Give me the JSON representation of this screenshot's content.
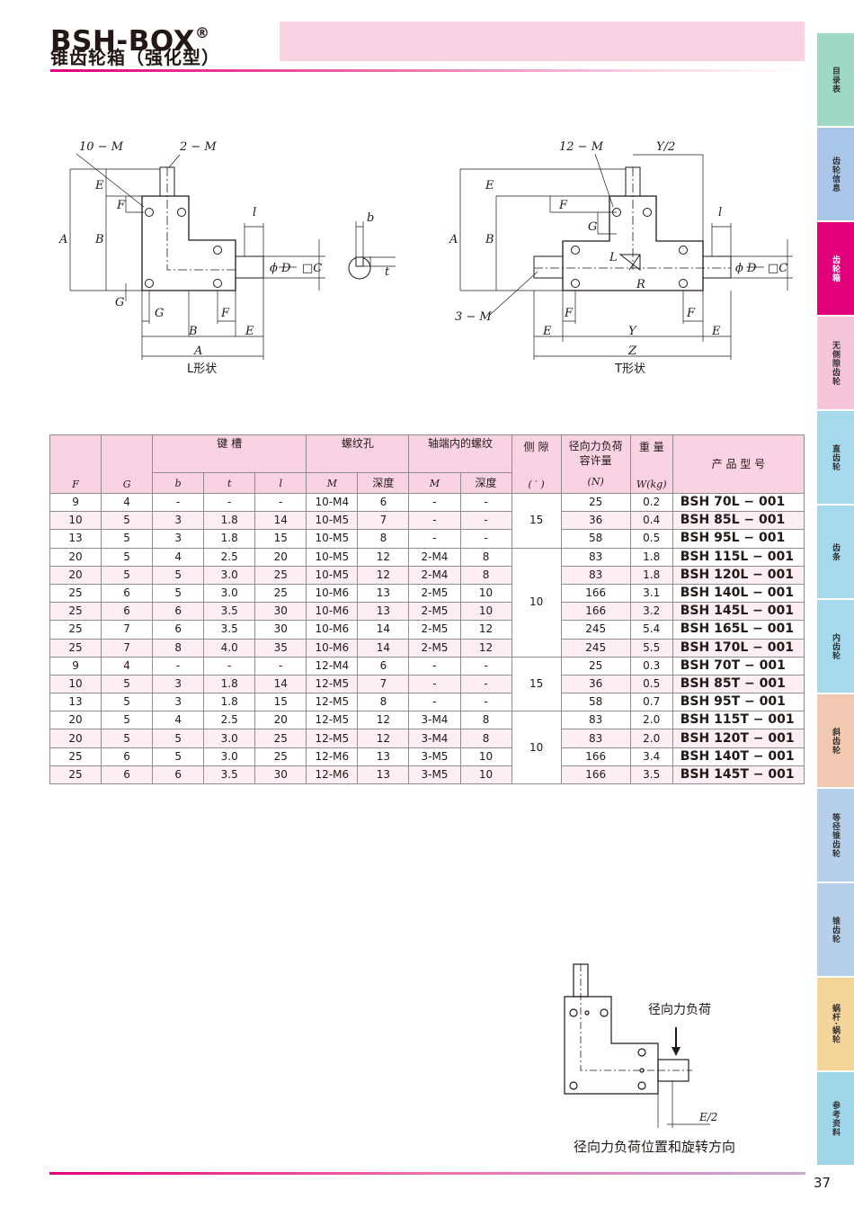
{
  "header": {
    "title_en": "BSH-BOX",
    "title_mark": "®",
    "title_cn": "锥齿轮箱（强化型）"
  },
  "diagrams": {
    "l_caption": "L形状",
    "t_caption": "T形状",
    "labels": {
      "m10": "10 − M",
      "m2": "2 − M",
      "m12": "12 − M",
      "m3": "3 − M",
      "half_y": "Y/2",
      "A": "A",
      "B": "B",
      "E": "E",
      "F": "F",
      "G": "G",
      "l": "l",
      "phiD": "ϕ D",
      "sqC": "□C",
      "b": "b",
      "t": "t",
      "L": "L",
      "R": "R",
      "Y": "Y",
      "Z": "Z"
    },
    "radial_label": "径向力负荷",
    "e_half": "E/2",
    "bottom_caption": "径向力负荷位置和旋转方向"
  },
  "table": {
    "headers": {
      "keyway": "键 槽",
      "screw": "螺纹孔",
      "shaft_screw": "轴端内的螺纹",
      "backlash": "侧 隙",
      "radial": "径向力负荷",
      "radial2": "容许量",
      "weight": "重 量",
      "model": "产 品 型 号",
      "depth": "深度",
      "F": "F",
      "G": "G",
      "b": "b",
      "t": "t",
      "l": "l",
      "M": "M",
      "unit_backlash": "( ′ )",
      "unit_N": "(N)",
      "unit_W": "W(kg)"
    },
    "groups": [
      {
        "backlash": "15",
        "rows": [
          [
            "9",
            "4",
            "-",
            "-",
            "-",
            "10-M4",
            "6",
            "-",
            "-",
            "25",
            "0.2",
            "BSH 70L − 001"
          ],
          [
            "10",
            "5",
            "3",
            "1.8",
            "14",
            "10-M5",
            "7",
            "-",
            "-",
            "36",
            "0.4",
            "BSH 85L − 001"
          ],
          [
            "13",
            "5",
            "3",
            "1.8",
            "15",
            "10-M5",
            "8",
            "-",
            "-",
            "58",
            "0.5",
            "BSH 95L − 001"
          ]
        ]
      },
      {
        "backlash": "10",
        "rows": [
          [
            "20",
            "5",
            "4",
            "2.5",
            "20",
            "10-M5",
            "12",
            "2-M4",
            "8",
            "83",
            "1.8",
            "BSH 115L − 001"
          ],
          [
            "20",
            "5",
            "5",
            "3.0",
            "25",
            "10-M5",
            "12",
            "2-M4",
            "8",
            "83",
            "1.8",
            "BSH 120L − 001"
          ],
          [
            "25",
            "6",
            "5",
            "3.0",
            "25",
            "10-M6",
            "13",
            "2-M5",
            "10",
            "166",
            "3.1",
            "BSH 140L − 001"
          ],
          [
            "25",
            "6",
            "6",
            "3.5",
            "30",
            "10-M6",
            "13",
            "2-M5",
            "10",
            "166",
            "3.2",
            "BSH 145L − 001"
          ],
          [
            "25",
            "7",
            "6",
            "3.5",
            "30",
            "10-M6",
            "14",
            "2-M5",
            "12",
            "245",
            "5.4",
            "BSH 165L − 001"
          ],
          [
            "25",
            "7",
            "8",
            "4.0",
            "35",
            "10-M6",
            "14",
            "2-M5",
            "12",
            "245",
            "5.5",
            "BSH 170L − 001"
          ]
        ]
      },
      {
        "backlash": "15",
        "rows": [
          [
            "9",
            "4",
            "-",
            "-",
            "-",
            "12-M4",
            "6",
            "-",
            "-",
            "25",
            "0.3",
            "BSH 70T − 001"
          ],
          [
            "10",
            "5",
            "3",
            "1.8",
            "14",
            "12-M5",
            "7",
            "-",
            "-",
            "36",
            "0.5",
            "BSH 85T − 001"
          ],
          [
            "13",
            "5",
            "3",
            "1.8",
            "15",
            "12-M5",
            "8",
            "-",
            "-",
            "58",
            "0.7",
            "BSH 95T − 001"
          ]
        ]
      },
      {
        "backlash": "10",
        "rows": [
          [
            "20",
            "5",
            "4",
            "2.5",
            "20",
            "12-M5",
            "12",
            "3-M4",
            "8",
            "83",
            "2.0",
            "BSH 115T − 001"
          ],
          [
            "20",
            "5",
            "5",
            "3.0",
            "25",
            "12-M5",
            "12",
            "3-M4",
            "8",
            "83",
            "2.0",
            "BSH 120T − 001"
          ],
          [
            "25",
            "6",
            "5",
            "3.0",
            "25",
            "12-M6",
            "13",
            "3-M5",
            "10",
            "166",
            "3.4",
            "BSH 140T − 001"
          ],
          [
            "25",
            "6",
            "6",
            "3.5",
            "30",
            "12-M6",
            "13",
            "3-M5",
            "10",
            "166",
            "3.5",
            "BSH 145T − 001"
          ]
        ]
      }
    ]
  },
  "sidebar": {
    "tabs": [
      {
        "label": "目录表",
        "color": "#9fd9c3"
      },
      {
        "label": "齿轮信息",
        "color": "#a9c6e8"
      },
      {
        "label": "齿轮箱",
        "color": "#e2007a",
        "active": true
      },
      {
        "label": "无侧隙齿轮",
        "color": "#f5c5dc"
      },
      {
        "label": "直齿轮",
        "color": "#a7d9ee"
      },
      {
        "label": "齿条",
        "color": "#a7d9ee"
      },
      {
        "label": "内齿轮",
        "color": "#a7d9ee"
      },
      {
        "label": "斜齿轮",
        "color": "#f1c9b1"
      },
      {
        "label": "等径锥齿轮",
        "color": "#b6d0ec"
      },
      {
        "label": "锥齿轮",
        "color": "#b6d0ec"
      },
      {
        "label": "蜗杆·蜗轮",
        "color": "#f6d59a"
      },
      {
        "label": "参考资料",
        "color": "#9fd6ea"
      }
    ]
  },
  "page_number": "37"
}
